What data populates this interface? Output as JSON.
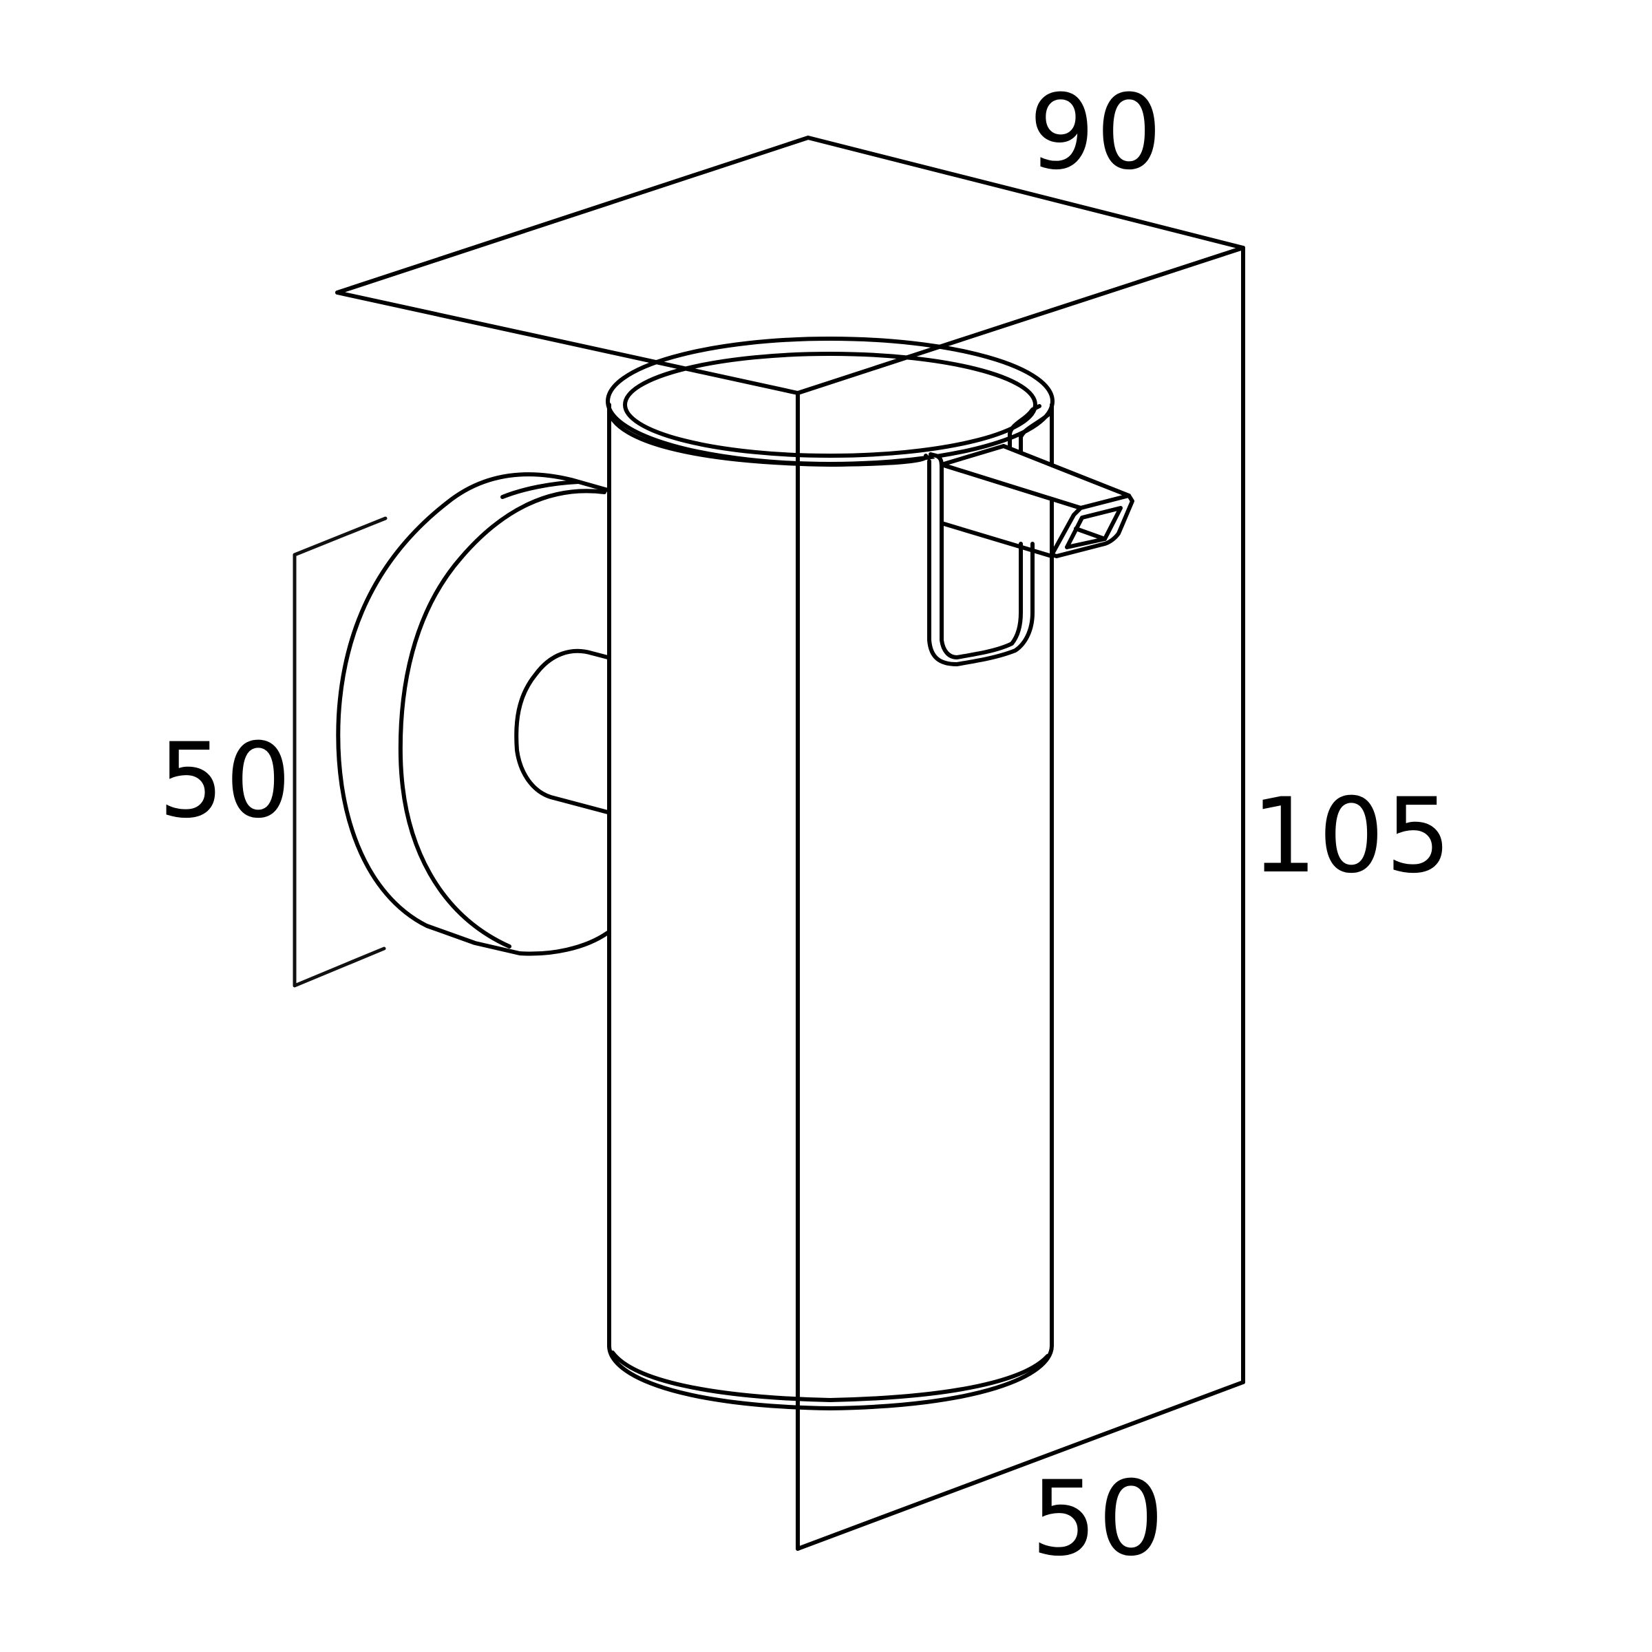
{
  "drawing": {
    "type": "dimensioned product drawing",
    "subject": "wall-mounted soap dispenser",
    "line_color": "#000000",
    "background_color": "#ffffff"
  },
  "dimensions": {
    "width_top": {
      "label": "90"
    },
    "height_right": {
      "label": "105"
    },
    "depth_bottom": {
      "label": "50"
    },
    "mount_diameter_left": {
      "label": "50"
    }
  }
}
